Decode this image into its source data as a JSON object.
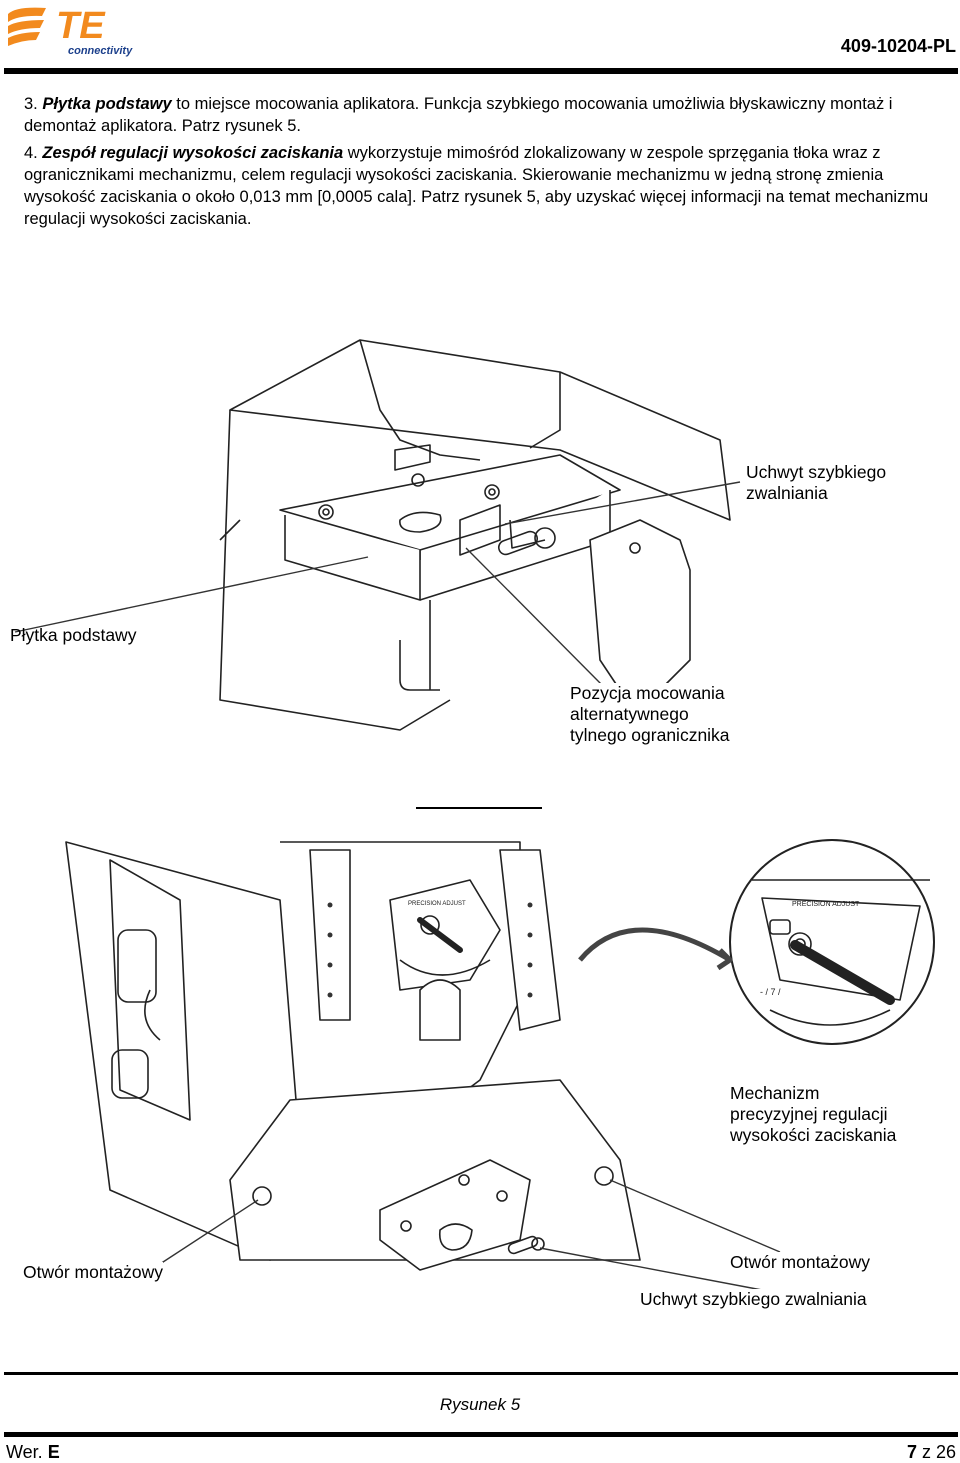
{
  "header": {
    "logo_text": "TE",
    "logo_sub": "connectivity",
    "doc_number": "409-10204-PL"
  },
  "body": {
    "item3_num": "3. ",
    "item3_bold": "Płytka podstawy",
    "item3_text": " to miejsce mocowania aplikatora. Funkcja szybkiego mocowania umożliwia błyskawiczny montaż i demontaż aplikatora. Patrz rysunek 5.",
    "item4_num": "4. ",
    "item4_bold": "Zespół regulacji wysokości zaciskania",
    "item4_text": " wykorzystuje mimośród zlokalizowany w zespole sprzęgania tłoka wraz z ogranicznikami mechanizmu, celem regulacji wysokości zaciskania. Skierowanie mechanizmu w jedną stronę zmienia wysokość zaciskania o około 0,013 mm [0,0005 cala]. Patrz rysunek 5, aby uzyskać więcej informacji na temat mechanizmu regulacji wysokości zaciskania."
  },
  "figure": {
    "label_quick_release_top_1": "Uchwyt szybkiego",
    "label_quick_release_top_2": "zwalniania",
    "label_base_plate": "Płytka podstawy",
    "label_alt_pos_1": "Pozycja mocowania",
    "label_alt_pos_2": "alternatywnego",
    "label_alt_pos_3": "tylnego ogranicznika",
    "label_precision_1": "Mechanizm",
    "label_precision_2": "precyzyjnej regulacji",
    "label_precision_3": "wysokości zaciskania",
    "label_mount_hole_left": "Otwór montażowy",
    "label_mount_hole_right": "Otwór montażowy",
    "label_quick_release_bottom": "Uchwyt szybkiego zwalniania",
    "dial_text": "PRECISION ADJUST",
    "dial_scale": "- / 7 /"
  },
  "caption": "Rysunek 5",
  "footer": {
    "rev_label": "Wer. ",
    "rev_value": "E",
    "page_current": "7",
    "page_sep": " z ",
    "page_total": "26"
  }
}
